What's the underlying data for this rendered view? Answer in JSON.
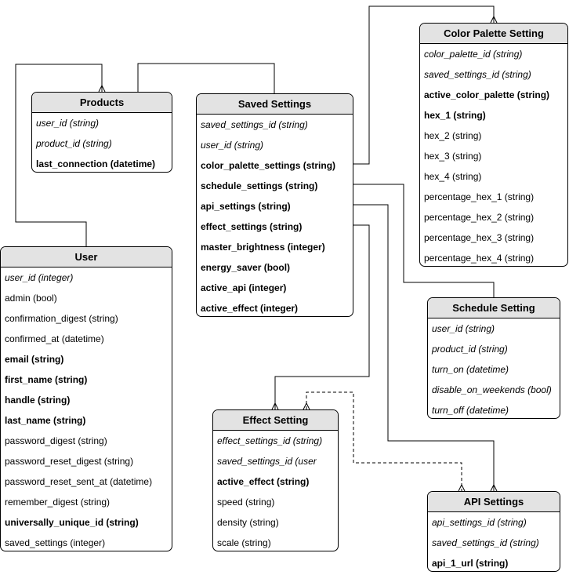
{
  "entities": {
    "products": {
      "title": "Products",
      "fields": [
        {
          "text": "user_id (string)",
          "style": "italic"
        },
        {
          "text": "product_id (string)",
          "style": "italic"
        },
        {
          "text": "last_connection (datetime)",
          "style": "bold"
        }
      ]
    },
    "saved_settings": {
      "title": "Saved Settings",
      "fields": [
        {
          "text": "saved_settings_id (string)",
          "style": "italic"
        },
        {
          "text": "user_id (string)",
          "style": "italic"
        },
        {
          "text": "color_palette_settings (string)",
          "style": "bold"
        },
        {
          "text": "schedule_settings (string)",
          "style": "bold"
        },
        {
          "text": "api_settings (string)",
          "style": "bold"
        },
        {
          "text": "effect_settings (string)",
          "style": "bold"
        },
        {
          "text": "master_brightness (integer)",
          "style": "bold"
        },
        {
          "text": "energy_saver (bool)",
          "style": "bold"
        },
        {
          "text": "active_api (integer)",
          "style": "bold"
        },
        {
          "text": "active_effect (integer)",
          "style": "bold"
        }
      ]
    },
    "color_palette": {
      "title": "Color Palette Setting",
      "fields": [
        {
          "text": "color_palette_id (string)",
          "style": "italic"
        },
        {
          "text": "saved_settings_id (string)",
          "style": "italic"
        },
        {
          "text": "active_color_palette (string)",
          "style": "bold"
        },
        {
          "text": "hex_1 (string)",
          "style": "bold"
        },
        {
          "text": "hex_2 (string)",
          "style": "normal"
        },
        {
          "text": "hex_3 (string)",
          "style": "normal"
        },
        {
          "text": "hex_4 (string)",
          "style": "normal"
        },
        {
          "text": "percentage_hex_1 (string)",
          "style": "normal"
        },
        {
          "text": "percentage_hex_2 (string)",
          "style": "normal"
        },
        {
          "text": "percentage_hex_3 (string)",
          "style": "normal"
        },
        {
          "text": "percentage_hex_4 (string)",
          "style": "normal"
        }
      ]
    },
    "user": {
      "title": "User",
      "fields": [
        {
          "text": "user_id (integer)",
          "style": "italic"
        },
        {
          "text": "admin (bool)",
          "style": "normal"
        },
        {
          "text": "confirmation_digest (string)",
          "style": "normal"
        },
        {
          "text": "confirmed_at (datetime)",
          "style": "normal"
        },
        {
          "text": "email (string)",
          "style": "bold"
        },
        {
          "text": "first_name (string)",
          "style": "bold"
        },
        {
          "text": "handle (string)",
          "style": "bold"
        },
        {
          "text": "last_name (string)",
          "style": "bold"
        },
        {
          "text": "password_digest (string)",
          "style": "normal"
        },
        {
          "text": "password_reset_digest (string)",
          "style": "normal"
        },
        {
          "text": "password_reset_sent_at (datetime)",
          "style": "normal"
        },
        {
          "text": "remember_digest (string)",
          "style": "normal"
        },
        {
          "text": "universally_unique_id (string)",
          "style": "bold"
        },
        {
          "text": "saved_settings (integer)",
          "style": "normal"
        }
      ]
    },
    "schedule": {
      "title": "Schedule Setting",
      "fields": [
        {
          "text": "user_id (string)",
          "style": "italic"
        },
        {
          "text": "product_id (string)",
          "style": "italic"
        },
        {
          "text": "turn_on (datetime)",
          "style": "italic"
        },
        {
          "text": "disable_on_weekends (bool)",
          "style": "italic"
        },
        {
          "text": "turn_off (datetime)",
          "style": "italic"
        }
      ]
    },
    "effect": {
      "title": "Effect Setting",
      "fields": [
        {
          "text": "effect_settings_id (string)",
          "style": "italic"
        },
        {
          "text": "saved_settings_id (user",
          "style": "italic"
        },
        {
          "text": "active_effect (string)",
          "style": "bold"
        },
        {
          "text": "speed (string)",
          "style": "normal"
        },
        {
          "text": "density (string)",
          "style": "normal"
        },
        {
          "text": "scale (string)",
          "style": "normal"
        }
      ]
    },
    "api": {
      "title": "API Settings",
      "fields": [
        {
          "text": "api_settings_id (string)",
          "style": "italic"
        },
        {
          "text": "saved_settings_id (string)",
          "style": "italic"
        },
        {
          "text": "api_1_url (string)",
          "style": "bold"
        }
      ]
    }
  },
  "colors": {
    "header_fill": "#e3e3e3",
    "border": "#000000",
    "line": "#000000"
  }
}
